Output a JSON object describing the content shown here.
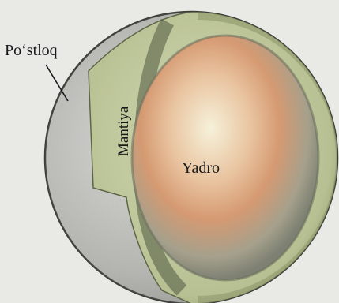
{
  "labels": {
    "crust": "Po‘stloq",
    "mantle": "Mantiya",
    "core": "Yadro"
  },
  "colors": {
    "background": "#e9e9e6",
    "crust": "#a9a9a6",
    "mantle": "#c6cfa2",
    "mantle_dark": "#7a8560",
    "core_center": "#f3ecd0",
    "core_mid": "#d79a72",
    "core_edge": "#8d8f84"
  }
}
